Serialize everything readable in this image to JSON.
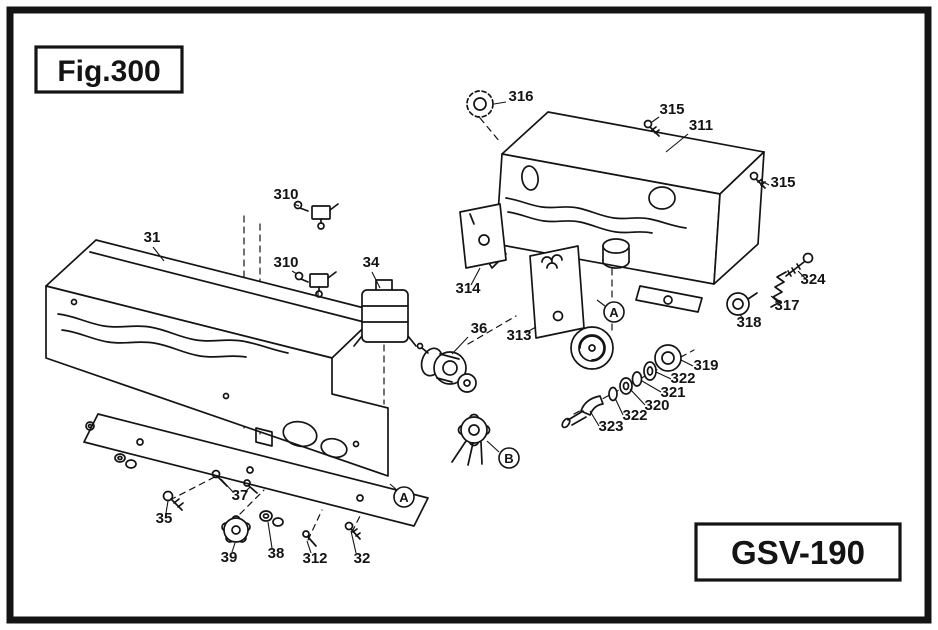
{
  "figure": {
    "title": "Fig.300",
    "model": "GSV-190"
  },
  "colors": {
    "line": "#141414",
    "paper": "#ffffff"
  },
  "labels": [
    {
      "text": "31"
    },
    {
      "text": "310"
    },
    {
      "text": "310"
    },
    {
      "text": "34"
    },
    {
      "text": "36"
    },
    {
      "text": "316"
    },
    {
      "text": "315"
    },
    {
      "text": "311"
    },
    {
      "text": "315"
    },
    {
      "text": "314"
    },
    {
      "text": "313"
    },
    {
      "text": "324"
    },
    {
      "text": "317"
    },
    {
      "text": "318"
    },
    {
      "text": "319"
    },
    {
      "text": "322"
    },
    {
      "text": "321"
    },
    {
      "text": "320"
    },
    {
      "text": "322"
    },
    {
      "text": "323"
    },
    {
      "text": "35"
    },
    {
      "text": "37"
    },
    {
      "text": "39"
    },
    {
      "text": "38"
    },
    {
      "text": "312"
    },
    {
      "text": "32"
    }
  ],
  "callouts": [
    {
      "text": "A"
    },
    {
      "text": "A"
    },
    {
      "text": "B"
    }
  ]
}
